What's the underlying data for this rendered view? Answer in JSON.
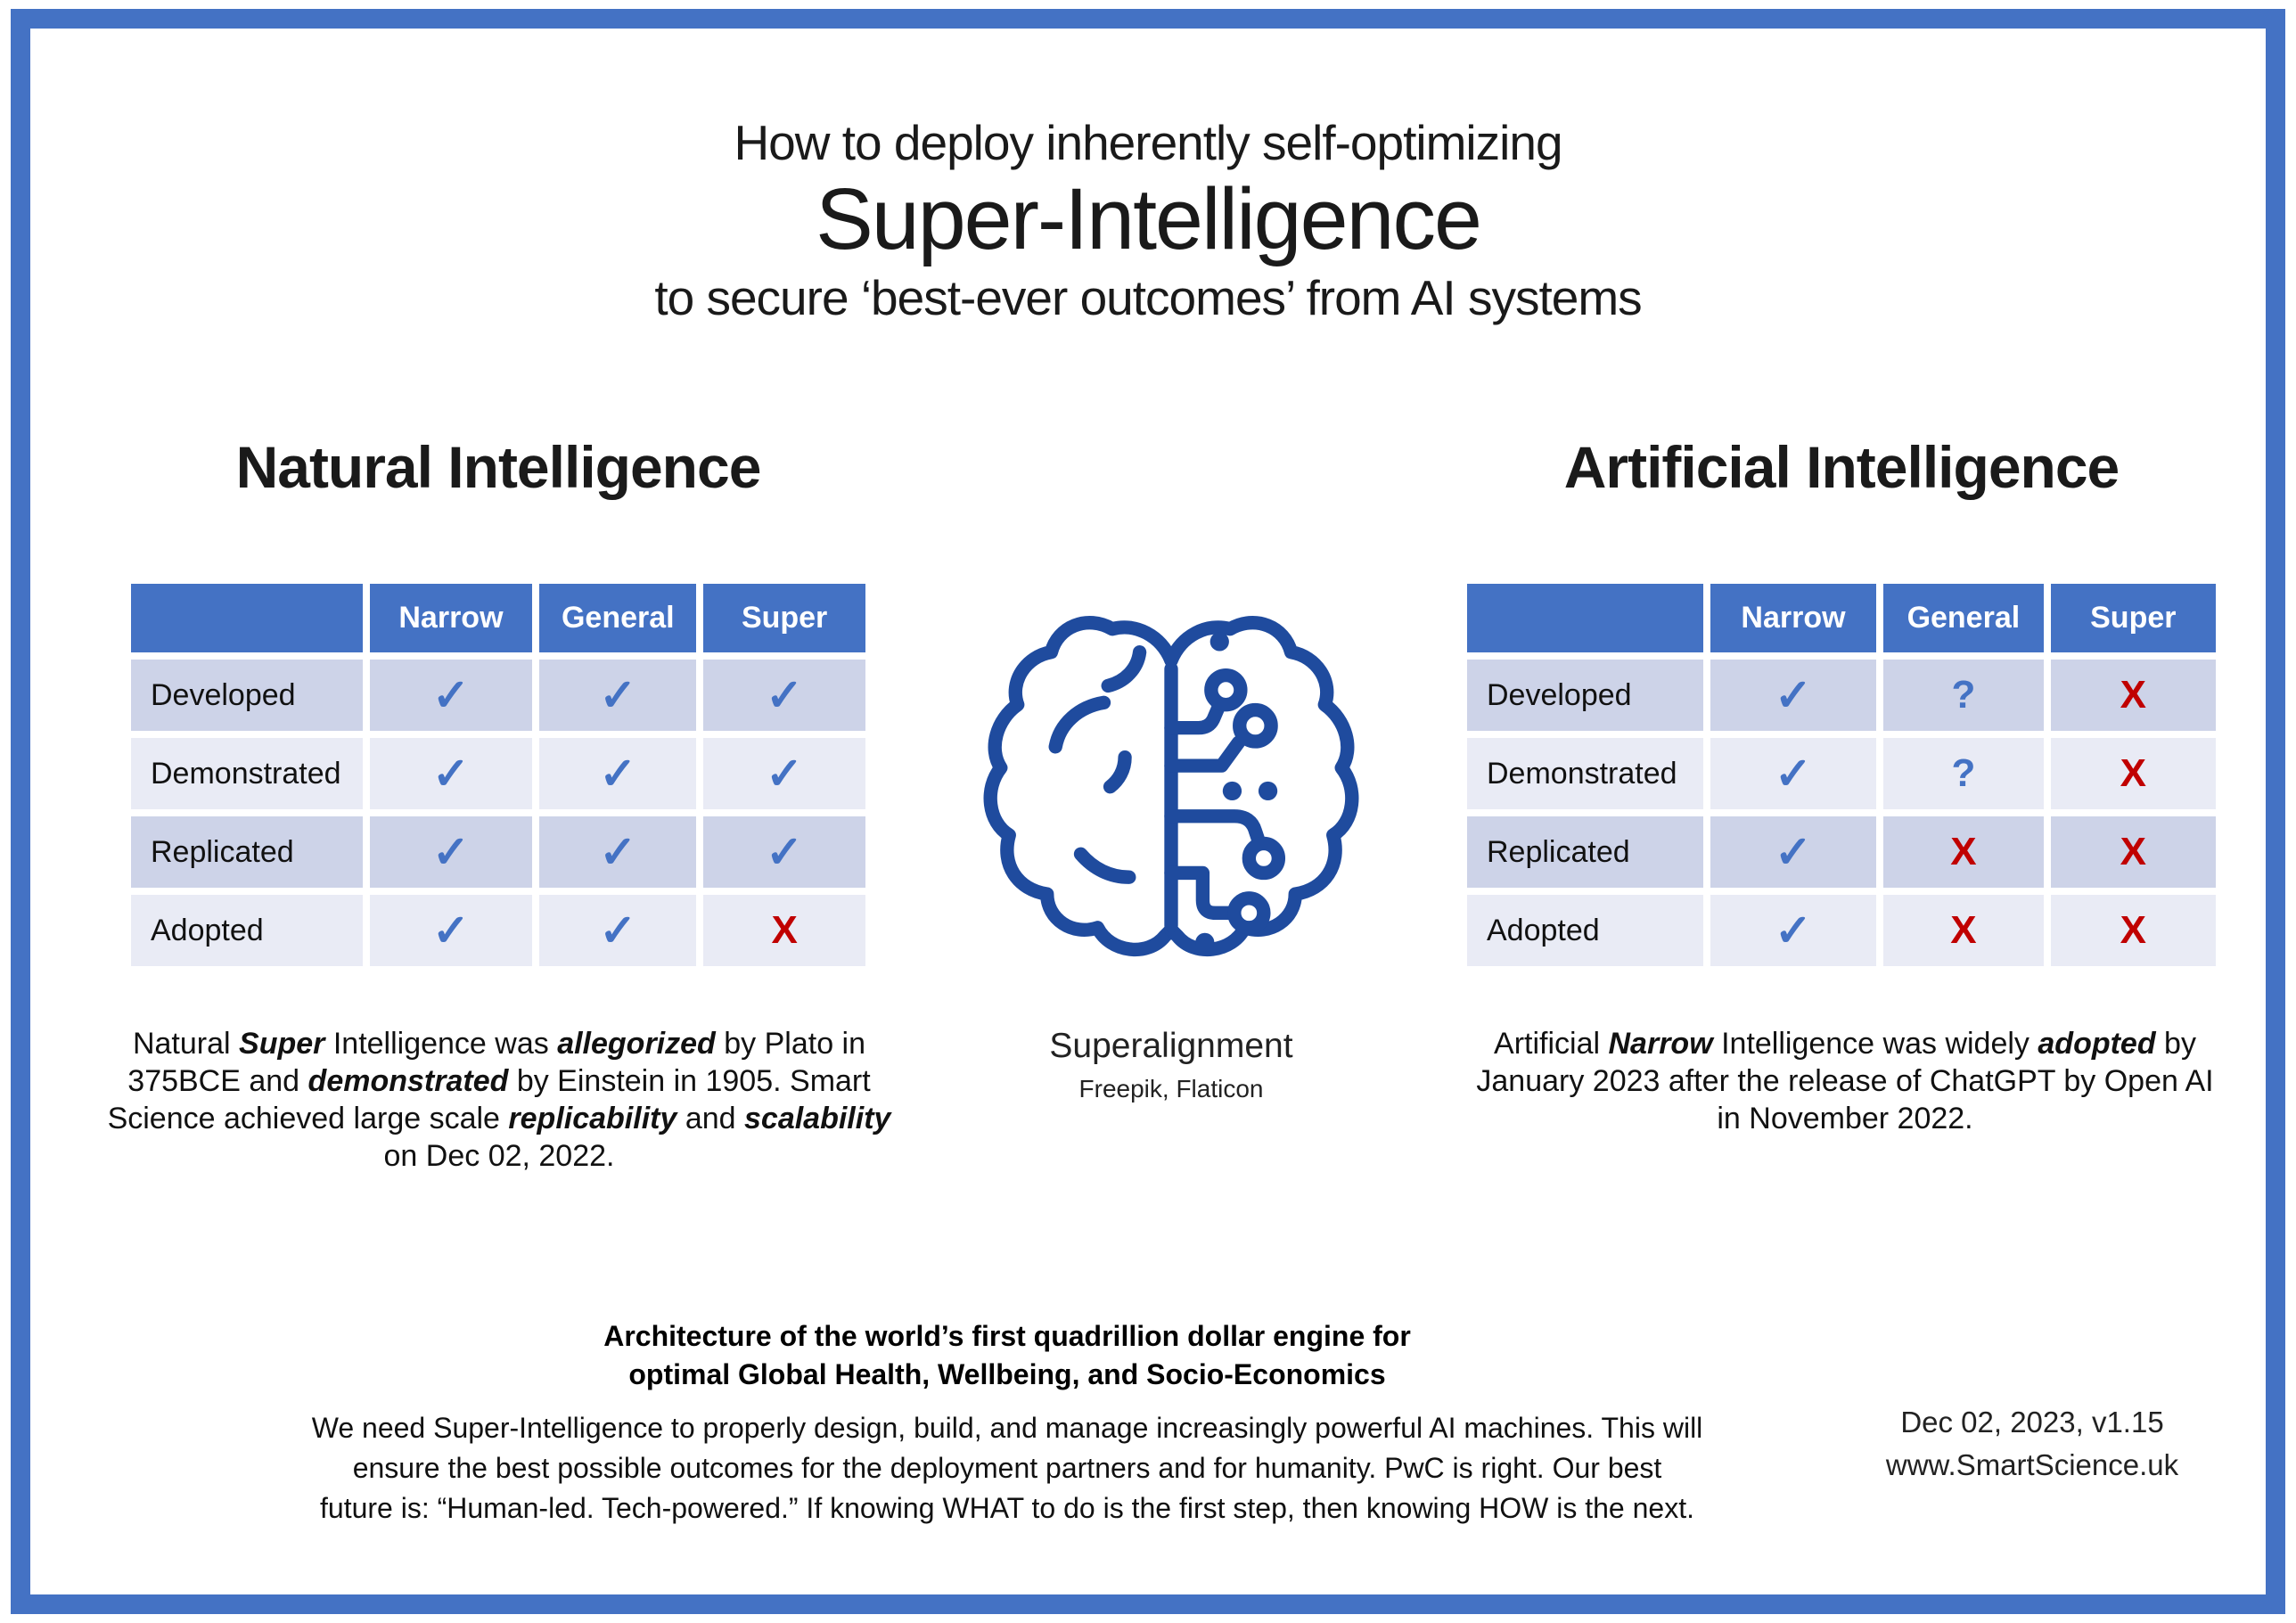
{
  "title": {
    "line1": "How to deploy inherently self-optimizing",
    "line2": "Super-Intelligence",
    "line3": "to secure ‘best-ever outcomes’ from AI systems"
  },
  "marks": {
    "check": "✓",
    "question": "?",
    "cross": "X"
  },
  "colors": {
    "frame_blue": "#4472C4",
    "header_blue": "#4472C4",
    "row_dark": "#CDD3E8",
    "row_light": "#E9EBF5",
    "check_blue": "#4472C4",
    "cross_red": "#C00000",
    "brain_blue": "#1F4B9E"
  },
  "left_section": {
    "heading": "Natural Intelligence",
    "table": {
      "columns": [
        "",
        "Narrow",
        "General",
        "Super"
      ],
      "rows": [
        {
          "label": "Developed",
          "cells": [
            "check",
            "check",
            "check"
          ]
        },
        {
          "label": "Demonstrated",
          "cells": [
            "check",
            "check",
            "check"
          ]
        },
        {
          "label": "Replicated",
          "cells": [
            "check",
            "check",
            "check"
          ]
        },
        {
          "label": "Adopted",
          "cells": [
            "check",
            "check",
            "cross"
          ]
        }
      ]
    },
    "caption_segments": [
      {
        "t": "Natural ",
        "s": "n"
      },
      {
        "t": "Super",
        "s": "bi"
      },
      {
        "t": " Intelligence was ",
        "s": "n"
      },
      {
        "t": "allegorized",
        "s": "bi"
      },
      {
        "t": " by Plato in 375BCE and ",
        "s": "n"
      },
      {
        "t": "demonstrated",
        "s": "bi"
      },
      {
        "t": " by Einstein in 1905. Smart Science achieved large scale ",
        "s": "n"
      },
      {
        "t": "replicability",
        "s": "bi"
      },
      {
        "t": " and ",
        "s": "n"
      },
      {
        "t": "scalability",
        "s": "bi"
      },
      {
        "t": " on Dec 02, 2022.",
        "s": "n"
      }
    ]
  },
  "right_section": {
    "heading": "Artificial Intelligence",
    "table": {
      "columns": [
        "",
        "Narrow",
        "General",
        "Super"
      ],
      "rows": [
        {
          "label": "Developed",
          "cells": [
            "check",
            "question",
            "cross"
          ]
        },
        {
          "label": "Demonstrated",
          "cells": [
            "check",
            "question",
            "cross"
          ]
        },
        {
          "label": "Replicated",
          "cells": [
            "check",
            "cross",
            "cross"
          ]
        },
        {
          "label": "Adopted",
          "cells": [
            "check",
            "cross",
            "cross"
          ]
        }
      ]
    },
    "caption_segments": [
      {
        "t": "Artificial ",
        "s": "n"
      },
      {
        "t": "Narrow",
        "s": "bi"
      },
      {
        "t": " Intelligence was widely ",
        "s": "n"
      },
      {
        "t": "adopted",
        "s": "bi"
      },
      {
        "t": " by January 2023 after the release of ChatGPT by Open AI in November 2022.",
        "s": "n"
      }
    ]
  },
  "center": {
    "icon_caption": "Superalignment",
    "icon_credit": "Freepik, Flaticon"
  },
  "footer": {
    "heading_lines": [
      "Architecture of the world’s first quadrillion dollar engine for",
      "optimal Global Health, Wellbeing, and Socio-Economics"
    ],
    "paragraph_lines": [
      "We need Super-Intelligence to properly design, build, and manage increasingly powerful AI machines. This will",
      "ensure the best possible outcomes for the deployment partners and for humanity. PwC is right. Our best",
      "future is: “Human-led. Tech-powered.” If knowing WHAT to do is the first step, then knowing HOW is the next."
    ],
    "right_lines": [
      "Dec 02, 2023, v1.15",
      "www.SmartScience.uk"
    ]
  }
}
